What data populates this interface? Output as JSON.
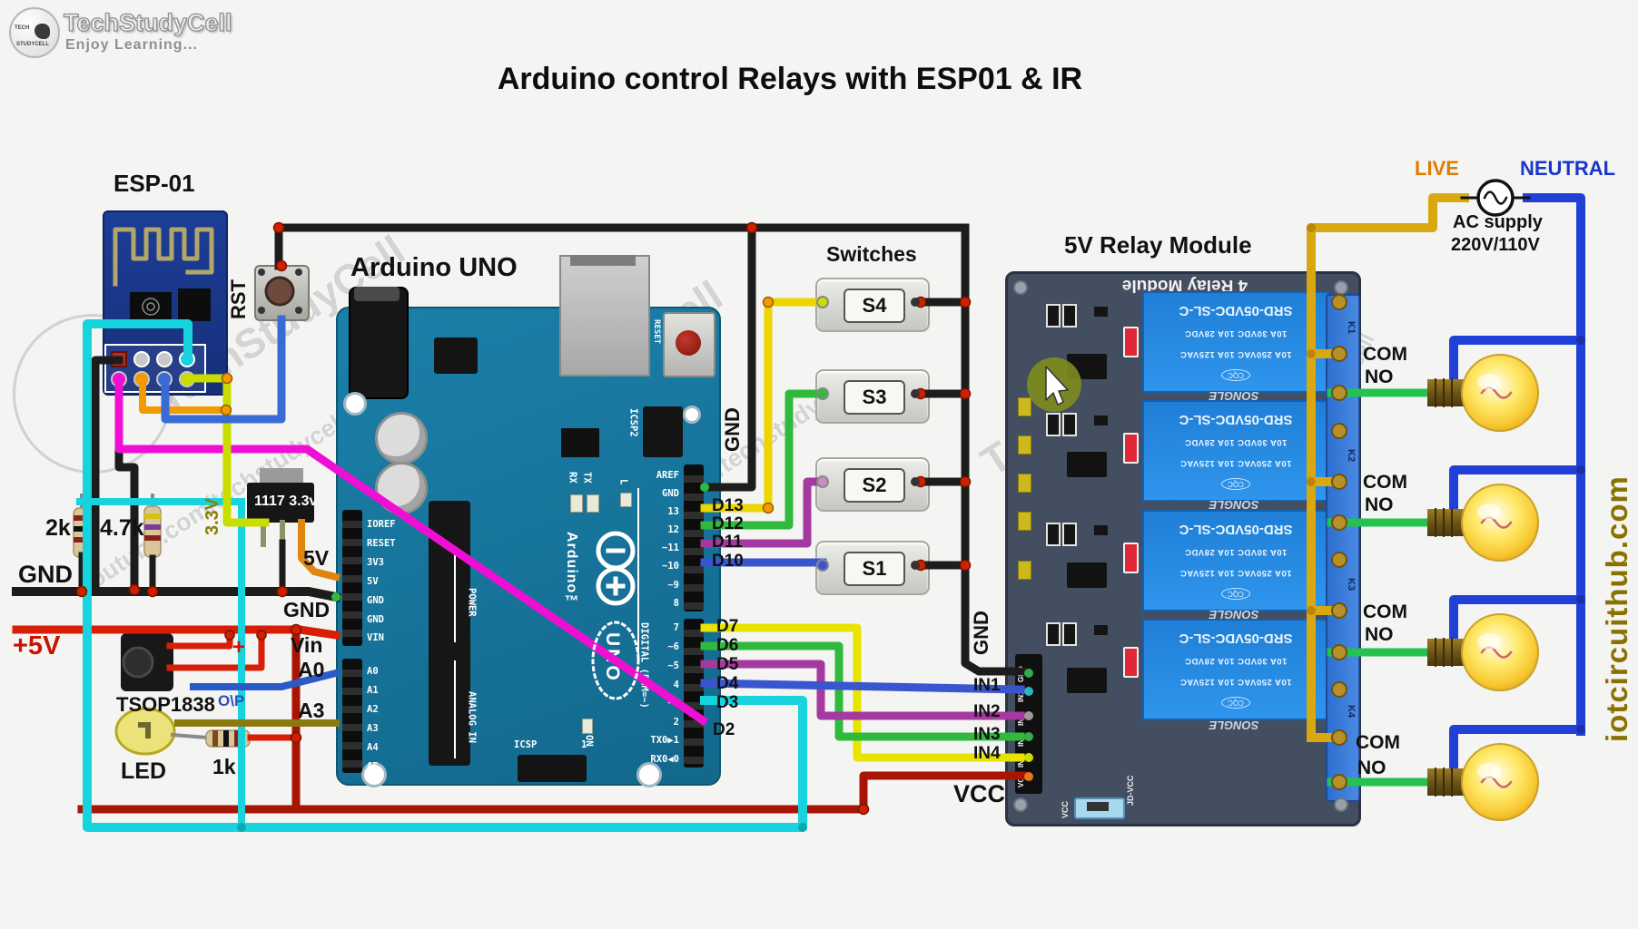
{
  "brand": {
    "name": "TechStudyCell",
    "tagline": "Enjoy Learning...",
    "badge_top": "TECH",
    "badge_bottom": "STUDYCELL"
  },
  "title": "Arduino control Relays with ESP01 & IR",
  "watermarks": {
    "brand": "TechStudyCell",
    "url": "youtube.com/techstudycell",
    "handle": "techstudycell"
  },
  "side_url": "iotcircuithub.com",
  "esp01": {
    "label": "ESP-01"
  },
  "reset_switch": {
    "label": "RST"
  },
  "arduino": {
    "label": "Arduino UNO",
    "brand": "Arduino™",
    "model": "UNO",
    "reset": "RESET",
    "icsp2": "ICSP2",
    "icsp": "ICSP",
    "icsp_pin1": "1",
    "on": "ON",
    "tx": "TX",
    "rx": "RX",
    "led_l": "L",
    "digital_caption": "DIGITAL (PWM=~)",
    "power_caption": "POWER",
    "analog_caption": "ANALOG IN",
    "power_pins": [
      "IOREF",
      "RESET",
      "3V3",
      "5V",
      "GND",
      "GND",
      "VIN"
    ],
    "analog_pins": [
      "A0",
      "A1",
      "A2",
      "A3",
      "A4",
      "A5"
    ],
    "right_top_pins": [
      "AREF",
      "GND",
      "13",
      "12",
      "~11",
      "~10",
      "~9",
      "8"
    ],
    "right_bottom_pins": [
      "7",
      "~6",
      "~5",
      "4",
      "~3",
      "2",
      "TX0▶1",
      "RX0◀0"
    ]
  },
  "labels": {
    "d": [
      "D13",
      "D12",
      "D11",
      "D10",
      "D7",
      "D6",
      "D5",
      "D4",
      "D3",
      "D2"
    ],
    "gnd_right": "GND",
    "r_2k": "2k",
    "r_47k": "4.7k",
    "gnd_left": "GND",
    "plus_5v": "+5V",
    "v33": "3.3V",
    "regulator": "1117 3.3v",
    "v5": "5V",
    "gnd_mid": "GND",
    "vin": "Vin",
    "a0": "A0",
    "a3": "A3",
    "ir": "TSOP1838",
    "ir_out": "O\\P",
    "plus": "+",
    "led": "LED",
    "r_1k": "1k"
  },
  "switches": {
    "title": "Switches",
    "items": [
      "S4",
      "S3",
      "S2",
      "S1"
    ]
  },
  "relay": {
    "title": "5V Relay Module",
    "board_title": "4 Relay Module",
    "model": "SRD-05VDC-SL-C",
    "rating_dc": "10A 30VDC  10A 28VDC",
    "rating_ac": "10A 250VAC  10A 125VAC",
    "maker": "SONGLE",
    "cert": "CQC",
    "channels": [
      "K1",
      "K2",
      "K3",
      "K4"
    ],
    "header_pins": [
      "GND",
      "IN1",
      "IN2",
      "IN3",
      "IN4",
      "VCC"
    ],
    "in_labels": [
      "IN1",
      "IN2",
      "IN3",
      "IN4"
    ],
    "gnd": "GND",
    "vcc": "VCC",
    "jumper_vcc": "VCC",
    "jumper_jdvcc": "JD-VCC",
    "com": "COM",
    "no": "NO"
  },
  "ac": {
    "live": "LIVE",
    "neutral": "NEUTRAL",
    "supply": "AC supply",
    "voltage": "220V/110V"
  },
  "colors": {
    "wire_black": "#1c1c1c",
    "wire_red": "#d81e06",
    "wire_dark_red": "#a81505",
    "wire_cyan": "#17d3dd",
    "wire_magenta": "#ef0fd4",
    "wire_yellow": "#ecd500",
    "wire_yellow_green": "#cadd00",
    "wire_green": "#2fba3d",
    "wire_purple": "#a4399f",
    "wire_blue": "#3a55d0",
    "wire_orange": "#f29a02",
    "live_yellow": "#d9a810",
    "lamp_green": "#25c24f",
    "neutral_blue": "#2140d8",
    "board_blue": "#1a7fa8",
    "relay_board": "#434e60",
    "relay_blue": "#2a8ce8",
    "accent_live": "#e07c00",
    "accent_neutral": "#1a35cc",
    "site_olive": "#8a7200"
  }
}
